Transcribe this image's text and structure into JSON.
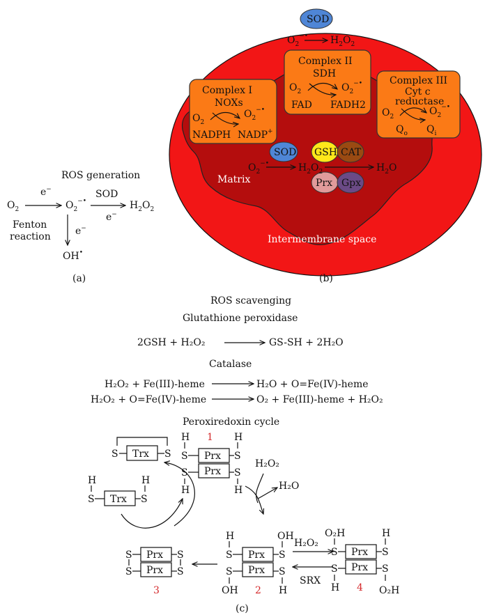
{
  "panel_a": {
    "title": "ROS generation",
    "o2": "O",
    "o2_sub": "2",
    "e_top": "e",
    "e_top_sup": "−",
    "superoxide": "O",
    "superoxide_sub": "2",
    "superoxide_sup": "−•",
    "sod": "SOD",
    "e_right": "e",
    "e_right_sup": "−",
    "h2o2": "H",
    "h2o2_sub1": "2",
    "h2o2_o": "O",
    "h2o2_sub2": "2",
    "fenton_line1": "Fenton",
    "fenton_line2": "reaction",
    "e_down": "e",
    "e_down_sup": "−",
    "oh": "OH",
    "oh_sup": "•",
    "caption": "(a)"
  },
  "panel_b": {
    "sod_top": "SOD",
    "top_reaction_left": "O",
    "top_reaction_left_sub": "2",
    "top_reaction_left_sup": "−•",
    "top_reaction_right": "H",
    "top_reaction_right_sub1": "2",
    "top_reaction_right_o": "O",
    "top_reaction_right_sub2": "2",
    "complex1": {
      "title": "Complex I",
      "enzyme": "NOXs",
      "o2": "O",
      "o2_sub": "2",
      "prod": "O",
      "prod_sub": "2",
      "prod_sup": "−•",
      "donor": "NADPH",
      "acceptor": "NADP",
      "acceptor_sup": "+"
    },
    "complex2": {
      "title": "Complex II",
      "enzyme": "SDH",
      "o2": "O",
      "o2_sub": "2",
      "prod": "O",
      "prod_sub": "2",
      "prod_sup": "−•",
      "donor": "FAD",
      "acceptor": "FADH2"
    },
    "complex3": {
      "title": "Complex III",
      "enzyme_line1": "Cyt c",
      "enzyme_line2": "reductase",
      "o2": "O",
      "o2_sub": "2",
      "prod": "O",
      "prod_sub": "2",
      "prod_sup": "−•",
      "donor": "Q",
      "donor_sub": "o",
      "acceptor": "Q",
      "acceptor_sub": "i"
    },
    "sod_matrix": "SOD",
    "gsh": "GSH",
    "cat": "CAT",
    "prx": "Prx",
    "gpx": "Gpx",
    "matrix_left": "O",
    "matrix_left_sub": "2",
    "matrix_left_sup": "−•",
    "matrix_mid": "H",
    "matrix_mid_sub1": "2",
    "matrix_mid_o": "O",
    "matrix_mid_sub2": "2",
    "matrix_right": "H",
    "matrix_right_sub": "2",
    "matrix_right_o": "O",
    "matrix_label": "Matrix",
    "ims_label": "Intermembrane space",
    "caption": "(b)"
  },
  "panel_c": {
    "title": "ROS scavenging",
    "gpx_title": "Glutathione peroxidase",
    "gpx_reaction_left": "2GSH + H₂O₂",
    "gpx_reaction_right": "GS-SH + 2H₂O",
    "catalase_title": "Catalase",
    "cat_r1_left": "H₂O₂ + Fe(III)-heme",
    "cat_r1_right": "H₂O + O=Fe(IV)-heme",
    "cat_r2_left": "H₂O₂ + O=Fe(IV)-heme",
    "cat_r2_right": "O₂ + Fe(III)-heme + H₂O₂",
    "prx_title": "Peroxiredoxin cycle",
    "trx": "Trx",
    "prx": "Prx",
    "s": "S",
    "h": "H",
    "oh": "OH",
    "o2h": "O₂H",
    "h2o2": "H₂O₂",
    "h2o": "H₂O",
    "srx": "SRX",
    "n1": "1",
    "n2": "2",
    "n3": "3",
    "n4": "4",
    "caption": "(c)"
  }
}
